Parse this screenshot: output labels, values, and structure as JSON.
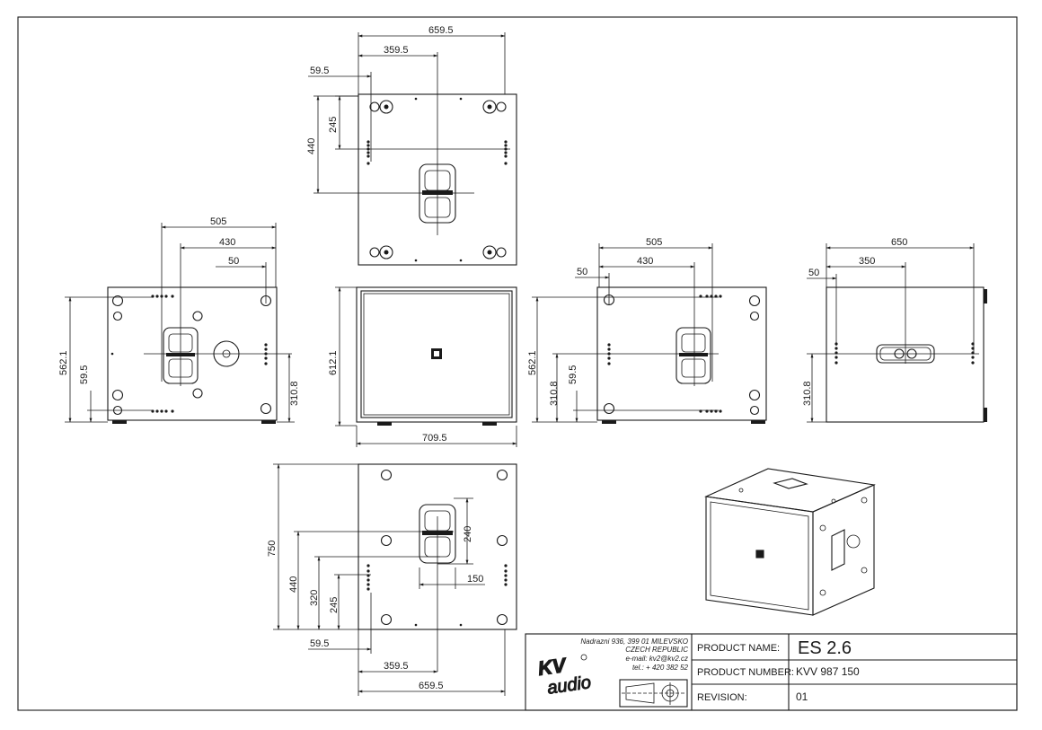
{
  "dimensions": {
    "top_width": "659.5",
    "top_center": "359.5",
    "top_offset": "59.5",
    "top_depth_handle": "245",
    "top_depth": "440",
    "left_w505": "505",
    "left_w430": "430",
    "left_w50": "50",
    "left_h562": "562.1",
    "left_h59": "59.5",
    "left_h310": "310.8",
    "front_height": "612.1",
    "front_width": "709.5",
    "right_w505": "505",
    "right_w430": "430",
    "right_w50": "50",
    "right_h562": "562.1",
    "right_h310": "310.8",
    "right_h59": "59.5",
    "back_w650": "650",
    "back_w350": "350",
    "back_w50": "50",
    "back_h310": "310.8",
    "bottom_h750": "750",
    "bottom_h440": "440",
    "bottom_h320": "320",
    "bottom_h245": "245",
    "bottom_h240": "240",
    "bottom_w150": "150",
    "bottom_offset": "59.5",
    "bottom_center": "359.5",
    "bottom_width": "659.5"
  },
  "title_block": {
    "address_line1": "Nadrazni 936, 399 01 MILEVSKO",
    "address_line2": "CZECH REPUBLIC",
    "email": "e-mail: kv2@kv2.cz",
    "phone": "tel.:  + 420 382 52",
    "logo_text_top": "KV",
    "logo_text_bottom": "audio",
    "product_name_label": "PRODUCT NAME:",
    "product_name_value": "ES 2.6",
    "product_number_label": "PRODUCT NUMBER:",
    "product_number_value": "KVV 987 150",
    "revision_label": "REVISION:",
    "revision_value": "01"
  }
}
